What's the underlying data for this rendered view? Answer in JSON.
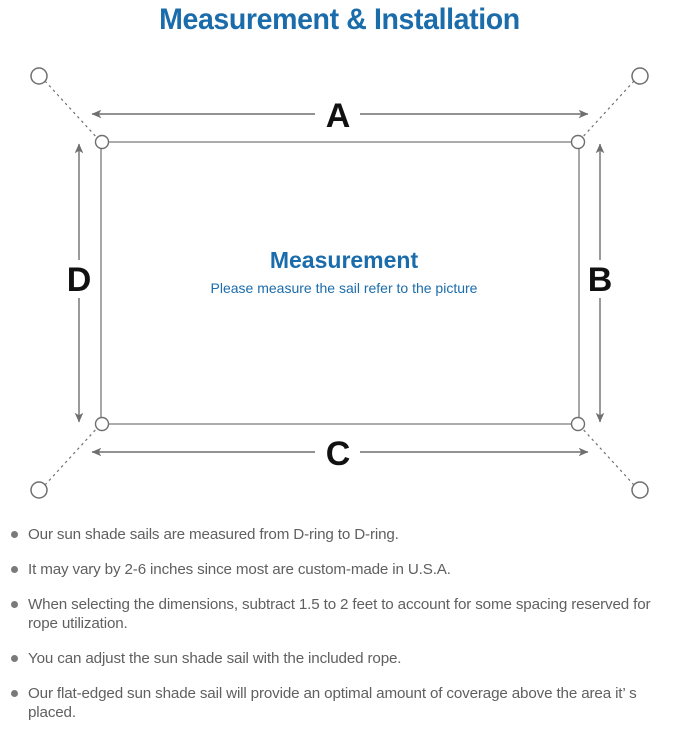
{
  "title": "Measurement & Installation",
  "colors": {
    "title_blue": "#1b6cab",
    "line_gray": "#7a7a7a",
    "letter_black": "#111111",
    "text_gray": "#606060",
    "background": "#ffffff"
  },
  "diagram": {
    "name": "sun-shade-sail-measurement-diagram",
    "center": {
      "heading": "Measurement",
      "subheading": "Please measure the sail refer to the picture"
    },
    "dimension_labels": {
      "top": "A",
      "right": "B",
      "bottom": "C",
      "left": "D"
    },
    "anchor_points": [
      {
        "id": "anchor-top-left",
        "label": ""
      },
      {
        "id": "anchor-top-right",
        "label": ""
      },
      {
        "id": "anchor-bottom-left",
        "label": ""
      },
      {
        "id": "anchor-bottom-right",
        "label": ""
      }
    ],
    "d_rings": [
      {
        "id": "d-ring-top-left"
      },
      {
        "id": "d-ring-top-right"
      },
      {
        "id": "d-ring-bottom-left"
      },
      {
        "id": "d-ring-bottom-right"
      }
    ]
  },
  "notes": [
    "Our sun shade sails are measured from D-ring to D-ring.",
    "It may vary by 2-6 inches since most are custom-made in U.S.A.",
    "When selecting the dimensions, subtract 1.5 to 2 feet to account for some spacing reserved for rope utilization.",
    "You can adjust the sun shade sail with the included rope.",
    "Our flat-edged sun shade sail will provide an optimal amount of coverage above the area it’ s placed."
  ]
}
